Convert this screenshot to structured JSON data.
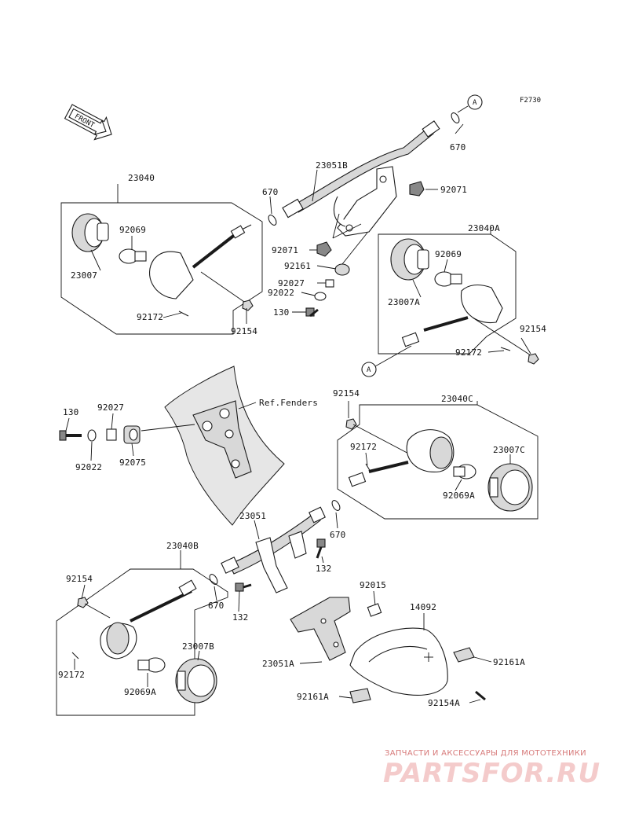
{
  "figure_code": "F2730",
  "front_label": "FRONT",
  "ref_label": "Ref.Fenders",
  "connector_label": "A",
  "watermark": {
    "line1": "ЗАПЧАСТИ И АКСЕССУАРЫ ДЛЯ МОТОТЕХНИКИ",
    "line2": "PARTSFOR.RU",
    "color": "#d64646"
  },
  "parts": {
    "p23040": "23040",
    "p23040A": "23040A",
    "p23040B": "23040B",
    "p23040C": "23040C",
    "p23051": "23051",
    "p23051A": "23051A",
    "p23051B": "23051B",
    "p23007": "23007",
    "p23007A": "23007A",
    "p23007B": "23007B",
    "p23007C": "23007C",
    "p92069": "92069",
    "p92069A": "92069A",
    "p92172": "92172",
    "p92154": "92154",
    "p92154A": "92154A",
    "p670": "670",
    "p92071": "92071",
    "p92161": "92161",
    "p92161A": "92161A",
    "p92027": "92027",
    "p92022": "92022",
    "p92075": "92075",
    "p92015": "92015",
    "p130": "130",
    "p132": "132",
    "p14092": "14092"
  }
}
